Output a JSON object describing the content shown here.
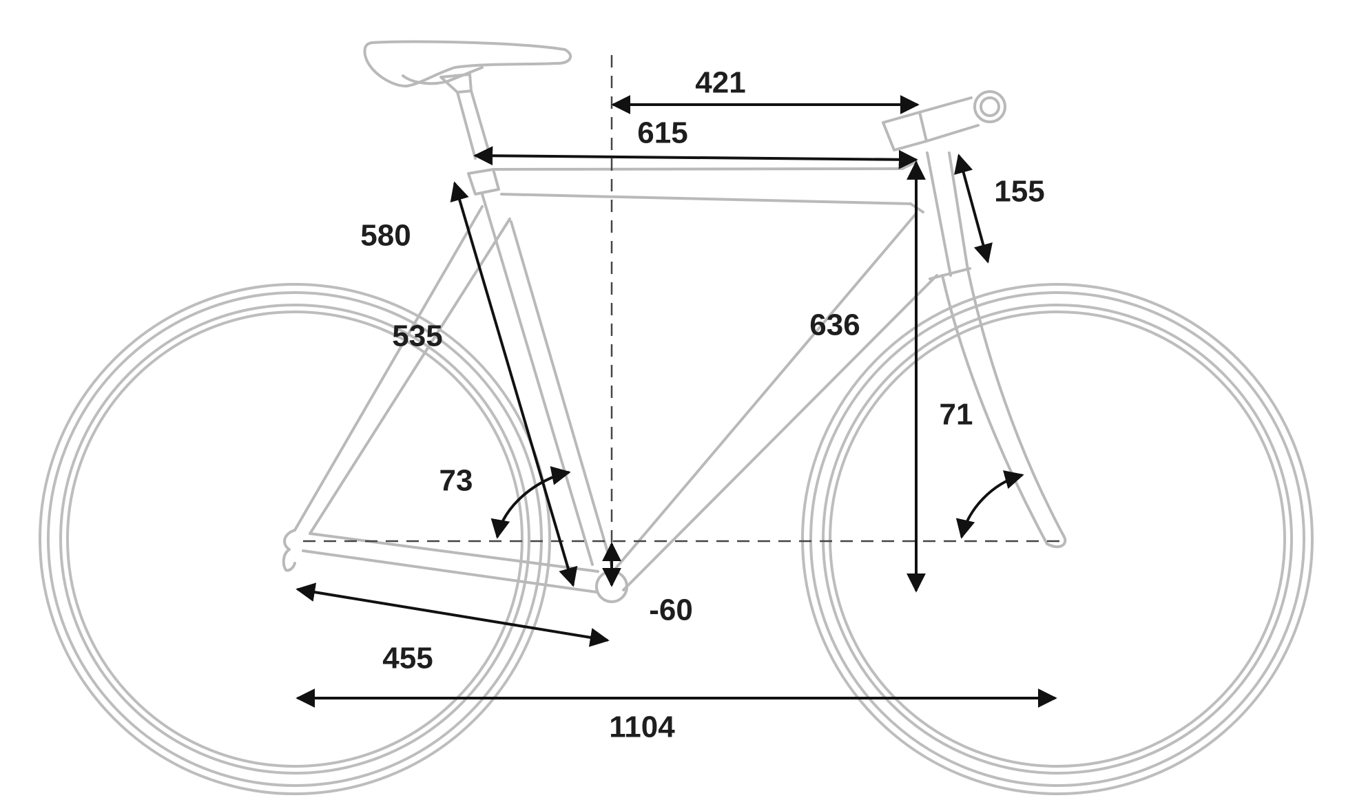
{
  "dimensions": {
    "stack_reach_top": "421",
    "top_tube": "615",
    "head_tube": "155",
    "seat_tube_ct": "580",
    "seat_tube_cc": "535",
    "stack": "636",
    "head_angle": "71",
    "seat_angle": "73",
    "bb_drop": "-60",
    "chainstay": "455",
    "wheelbase": "1104"
  },
  "colors": {
    "frame_outline": "#b9b9b9",
    "dimension_lines": "#111111",
    "text": "#1e1e1e",
    "background": "#ffffff"
  }
}
